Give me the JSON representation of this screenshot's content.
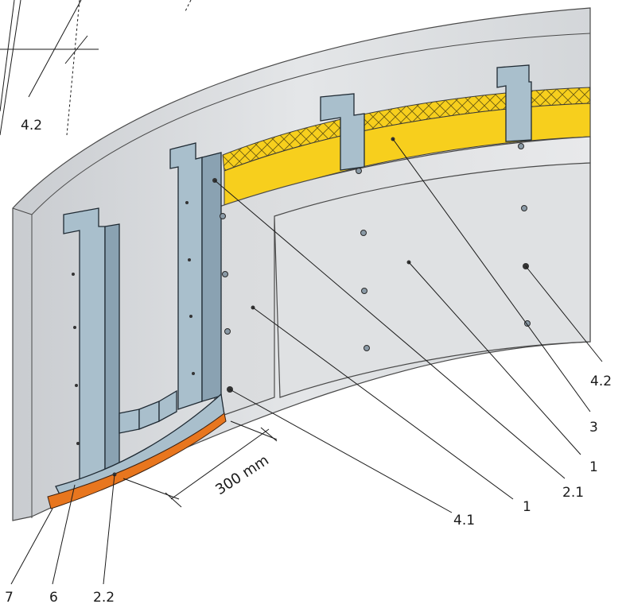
{
  "callouts": {
    "c_4_2_top": "4.2",
    "c_4_2_right": "4.2",
    "c_3": "3",
    "c_1_right": "1",
    "c_2_1": "2.1",
    "c_1_bottom": "1",
    "c_4_1": "4.1",
    "c_2_2": "2.2",
    "c_6": "6",
    "c_7": "7"
  },
  "dimension": {
    "spacing_label": "300 mm"
  },
  "colors": {
    "board": "#dcdee0",
    "board_light": "#e6e8ea",
    "insulation": "#f7cf1d",
    "stud": "#a9bfcc",
    "track_strip": "#e8761e",
    "line": "#1a1a1a"
  }
}
